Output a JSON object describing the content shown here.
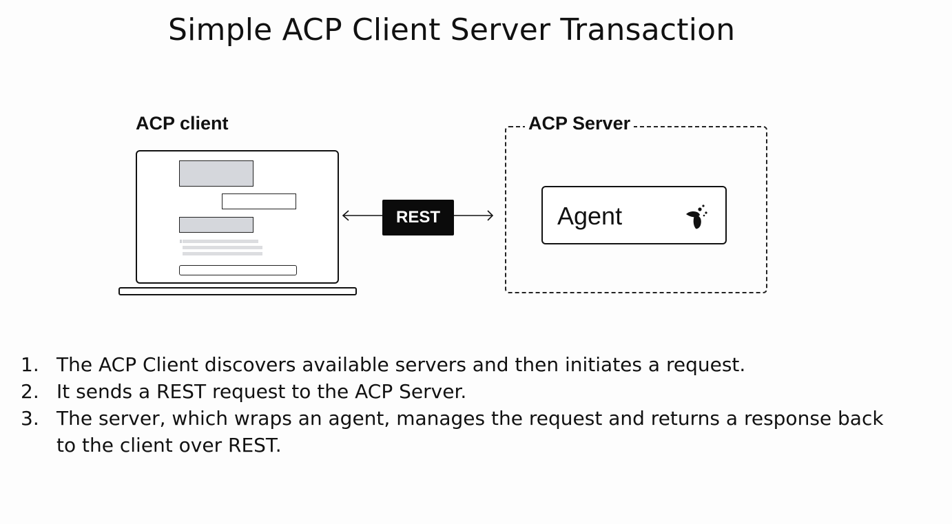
{
  "title": "Simple ACP Client Server Transaction",
  "diagram": {
    "client_label": "ACP client",
    "server_label": "ACP Server",
    "connector_label": "REST",
    "agent_label": "Agent",
    "agent_icon": "bee-icon"
  },
  "steps": [
    {
      "number": "1.",
      "text": "The ACP Client discovers available servers and then initiates a request."
    },
    {
      "number": "2.",
      "text": "It sends a REST request to the ACP Server."
    },
    {
      "number": "3.",
      "text": "The server, which wraps an agent, manages the request and returns a response back to the client over REST."
    }
  ]
}
